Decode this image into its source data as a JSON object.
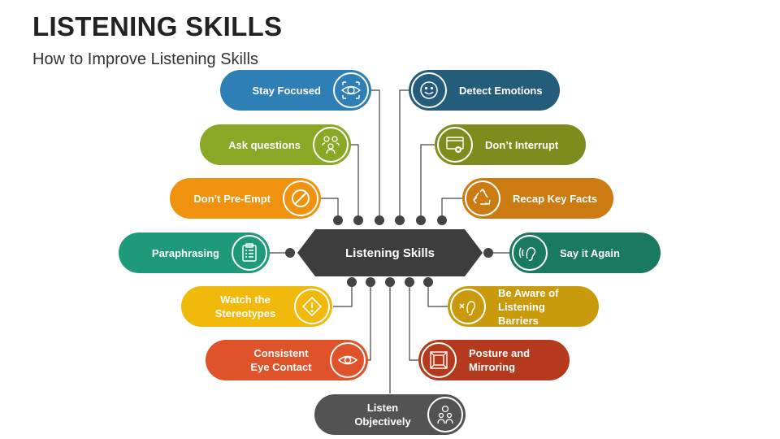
{
  "header": {
    "title": "LISTENING SKILLS",
    "subtitle": "How to Improve Listening Skills"
  },
  "hub": {
    "label": "Listening Skills",
    "color": "#3d3d3d"
  },
  "skills": {
    "stay_focused": {
      "label": "Stay Focused",
      "color": "#2e7fb5",
      "icon": "eye-focus-icon"
    },
    "ask_questions": {
      "label": "Ask questions",
      "color": "#8aa825",
      "icon": "people-question-icon"
    },
    "dont_preempt": {
      "label": "Don’t Pre-Empt",
      "color": "#f0920e",
      "icon": "no-entry-icon"
    },
    "paraphrasing": {
      "label": "Paraphrasing",
      "color": "#1e9a7a",
      "icon": "clipboard-icon"
    },
    "watch_stereotypes": {
      "label": "Watch the Stereotypes",
      "color": "#f0b90c",
      "icon": "warning-icon"
    },
    "eye_contact": {
      "label": "Consistent Eye Contact",
      "color": "#e0522a",
      "icon": "eye-icon"
    },
    "listen_objectively": {
      "label": "Listen Objectively",
      "color": "#535353",
      "icon": "people-scale-icon"
    },
    "detect_emotions": {
      "label": "Detect Emotions",
      "color": "#245c7c",
      "icon": "smiley-icon"
    },
    "dont_interrupt": {
      "label": "Don’t Interrupt",
      "color": "#7d8c1c",
      "icon": "chat-block-icon"
    },
    "recap_key_facts": {
      "label": "Recap Key Facts",
      "color": "#cc7a12",
      "icon": "recycle-icon"
    },
    "say_it_again": {
      "label": "Say it Again",
      "color": "#1a7a60",
      "icon": "sound-ear-icon"
    },
    "listening_barriers": {
      "label": "Be Aware of Listening Barriers",
      "color": "#c99a0c",
      "icon": "ear-block-icon"
    },
    "posture_mirroring": {
      "label": "Posture and Mirroring",
      "color": "#b53a1d",
      "icon": "frame-icon"
    }
  }
}
